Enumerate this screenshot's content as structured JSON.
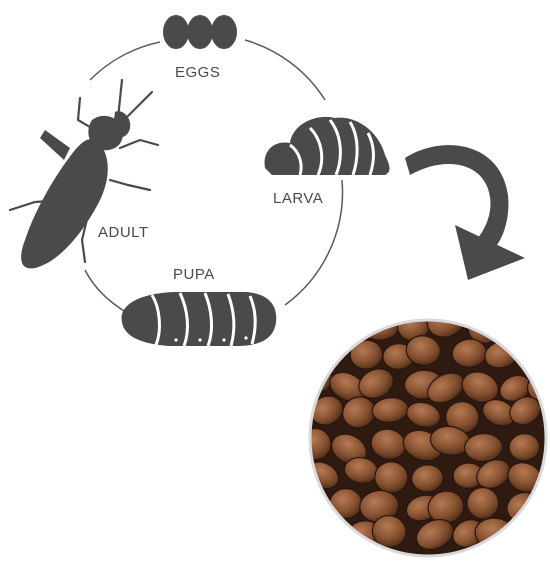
{
  "stages": {
    "eggs": "EGGS",
    "larva": "LARVA",
    "adult": "ADULT",
    "pupa": "PUPA"
  },
  "colors": {
    "insect": "#4a4a4a",
    "cycle_line": "#555555",
    "arrow": "#4a4a4a",
    "kibble_dark": "#3a2418",
    "kibble_mid": "#7a4a30",
    "kibble_light": "#a06a48"
  },
  "icons": [
    "eggs-icon",
    "larva-icon",
    "adult-fly-icon",
    "pupa-icon",
    "curved-arrow-icon",
    "kibble-photo"
  ]
}
